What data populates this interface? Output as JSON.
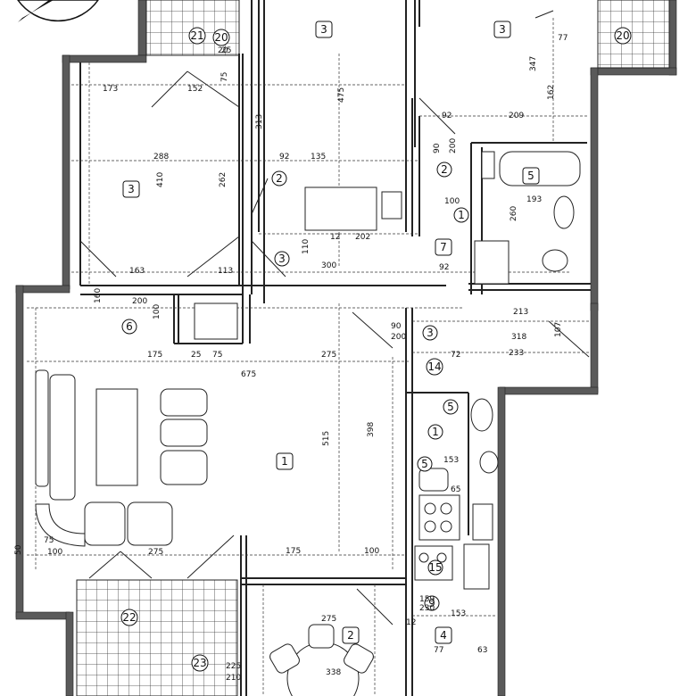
{
  "room_tags": [
    {
      "label": "1",
      "shape": "square"
    },
    {
      "label": "2",
      "shape": "square"
    },
    {
      "label": "3",
      "shape": "square"
    },
    {
      "label": "3",
      "shape": "square"
    },
    {
      "label": "3",
      "shape": "square"
    },
    {
      "label": "4",
      "shape": "square"
    },
    {
      "label": "5",
      "shape": "square"
    },
    {
      "label": "7",
      "shape": "square"
    }
  ],
  "marker_tags": [
    "1",
    "1",
    "2",
    "2",
    "3",
    "3",
    "5",
    "5",
    "6",
    "9",
    "14",
    "15",
    "20",
    "20",
    "21",
    "22",
    "23"
  ],
  "dimensions": [
    "173",
    "152",
    "75",
    "288",
    "410",
    "262",
    "135",
    "92",
    "475",
    "313",
    "209",
    "92",
    "77",
    "162",
    "347",
    "90",
    "200",
    "100",
    "193",
    "260",
    "202",
    "300",
    "163",
    "110",
    "12",
    "92",
    "213",
    "113",
    "160",
    "200",
    "100",
    "275",
    "675",
    "175",
    "75",
    "25",
    "90",
    "200",
    "318",
    "233",
    "72",
    "107",
    "515",
    "398",
    "100",
    "175",
    "275",
    "100",
    "153",
    "65",
    "153",
    "159",
    "230",
    "12",
    "77",
    "63",
    "275",
    "338",
    "225",
    "210",
    "20",
    "25",
    "50",
    "75"
  ]
}
